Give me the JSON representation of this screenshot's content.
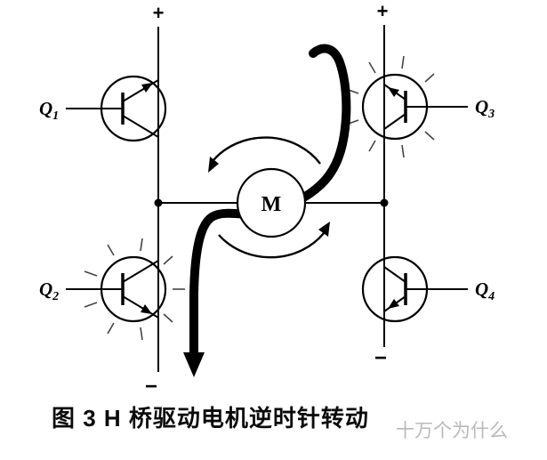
{
  "figure": {
    "caption": "图 3 H 桥驱动电机逆时针转动",
    "watermark": "十万个为什么"
  },
  "circuit": {
    "motor_label": "M",
    "rotation": "counterclockwise",
    "supply": {
      "positive": "+",
      "negative": "−"
    },
    "transistors": [
      {
        "id": "Q1",
        "label": "Q",
        "subscript": "1",
        "position": "top-left",
        "conducting": false
      },
      {
        "id": "Q2",
        "label": "Q",
        "subscript": "2",
        "position": "bottom-left",
        "conducting": true
      },
      {
        "id": "Q3",
        "label": "Q",
        "subscript": "3",
        "position": "top-right",
        "conducting": true
      },
      {
        "id": "Q4",
        "label": "Q",
        "subscript": "4",
        "position": "bottom-right",
        "conducting": false
      }
    ]
  }
}
